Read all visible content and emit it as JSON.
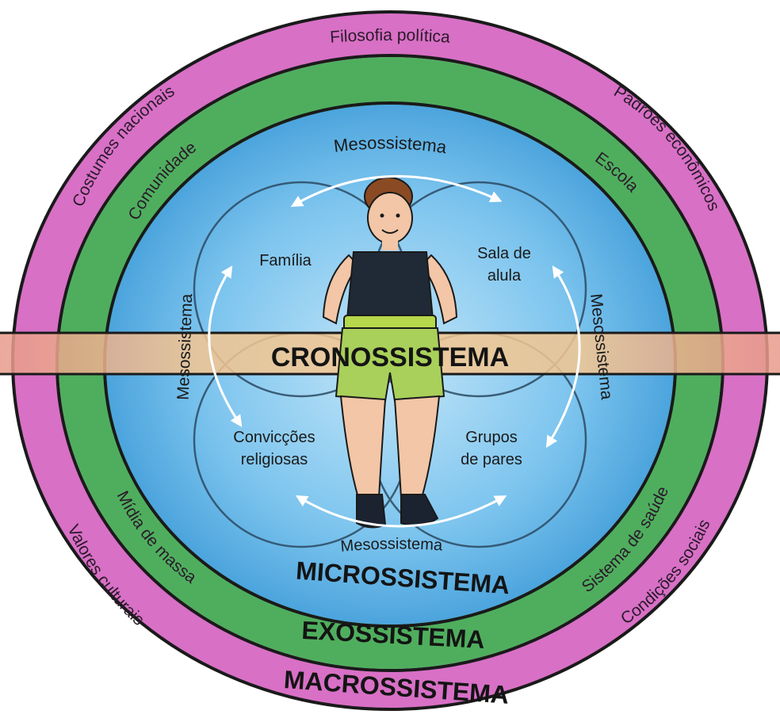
{
  "macro": {
    "title": "MACROSSISTEMA",
    "labels": {
      "top": "Filosofia política",
      "top_left": "Costumes nacionais",
      "top_right": "Padrões econômicos",
      "bottom_left": "Valores culturais",
      "bottom_right": "Condições sociais"
    }
  },
  "exo": {
    "title": "EXOSSISTEMA",
    "labels": {
      "top_left": "Comunidade",
      "top_right": "Escola",
      "bottom_left": "Mídia de massa",
      "bottom_right": "Sistema de saúde"
    }
  },
  "micro": {
    "title": "MICROSSISTEMA",
    "items": {
      "familia": "Família",
      "sala_line1": "Sala de",
      "sala_line2": "alula",
      "conviccoes_line1": "Convicções",
      "conviccoes_line2": "religiosas",
      "grupos_line1": "Grupos",
      "grupos_line2": "de pares"
    }
  },
  "meso": {
    "top": "Mesossistema",
    "bottom": "Mesossistema",
    "left": "Mesossistema",
    "right": "Mesossistema"
  },
  "crono": {
    "title": "CRONOSSISTEMA"
  },
  "colors": {
    "macro": "#d870c6",
    "exo": "#4fae5e",
    "micro": "#5fb6e8",
    "crono_band": "#f2c490",
    "outline": "#1a1a1a"
  }
}
